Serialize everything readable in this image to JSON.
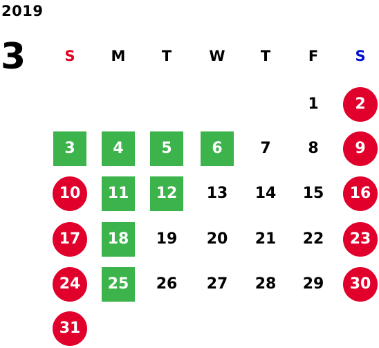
{
  "calendar": {
    "year": "2019",
    "month": "3",
    "weekdays": [
      {
        "label": "S",
        "color": "#e00020"
      },
      {
        "label": "M",
        "color": "#000000"
      },
      {
        "label": "T",
        "color": "#000000"
      },
      {
        "label": "W",
        "color": "#000000"
      },
      {
        "label": "T",
        "color": "#000000"
      },
      {
        "label": "F",
        "color": "#000000"
      },
      {
        "label": "S",
        "color": "#0010d0"
      }
    ],
    "weeks": [
      [
        null,
        null,
        null,
        null,
        null,
        {
          "day": "1",
          "style": "normal"
        },
        {
          "day": "2",
          "style": "holiday"
        }
      ],
      [
        {
          "day": "3",
          "style": "green"
        },
        {
          "day": "4",
          "style": "green"
        },
        {
          "day": "5",
          "style": "green"
        },
        {
          "day": "6",
          "style": "green"
        },
        {
          "day": "7",
          "style": "normal"
        },
        {
          "day": "8",
          "style": "normal"
        },
        {
          "day": "9",
          "style": "holiday"
        }
      ],
      [
        {
          "day": "10",
          "style": "holiday"
        },
        {
          "day": "11",
          "style": "green"
        },
        {
          "day": "12",
          "style": "green"
        },
        {
          "day": "13",
          "style": "normal"
        },
        {
          "day": "14",
          "style": "normal"
        },
        {
          "day": "15",
          "style": "normal"
        },
        {
          "day": "16",
          "style": "holiday"
        }
      ],
      [
        {
          "day": "17",
          "style": "holiday"
        },
        {
          "day": "18",
          "style": "green"
        },
        {
          "day": "19",
          "style": "normal"
        },
        {
          "day": "20",
          "style": "normal"
        },
        {
          "day": "21",
          "style": "normal"
        },
        {
          "day": "22",
          "style": "normal"
        },
        {
          "day": "23",
          "style": "holiday"
        }
      ],
      [
        {
          "day": "24",
          "style": "holiday"
        },
        {
          "day": "25",
          "style": "green"
        },
        {
          "day": "26",
          "style": "normal"
        },
        {
          "day": "27",
          "style": "normal"
        },
        {
          "day": "28",
          "style": "normal"
        },
        {
          "day": "29",
          "style": "normal"
        },
        {
          "day": "30",
          "style": "holiday"
        }
      ],
      [
        {
          "day": "31",
          "style": "holiday"
        },
        null,
        null,
        null,
        null,
        null,
        null
      ]
    ]
  },
  "colors": {
    "holiday": "#e0002b",
    "green": "#3cb44b",
    "normal_text": "#000000"
  }
}
